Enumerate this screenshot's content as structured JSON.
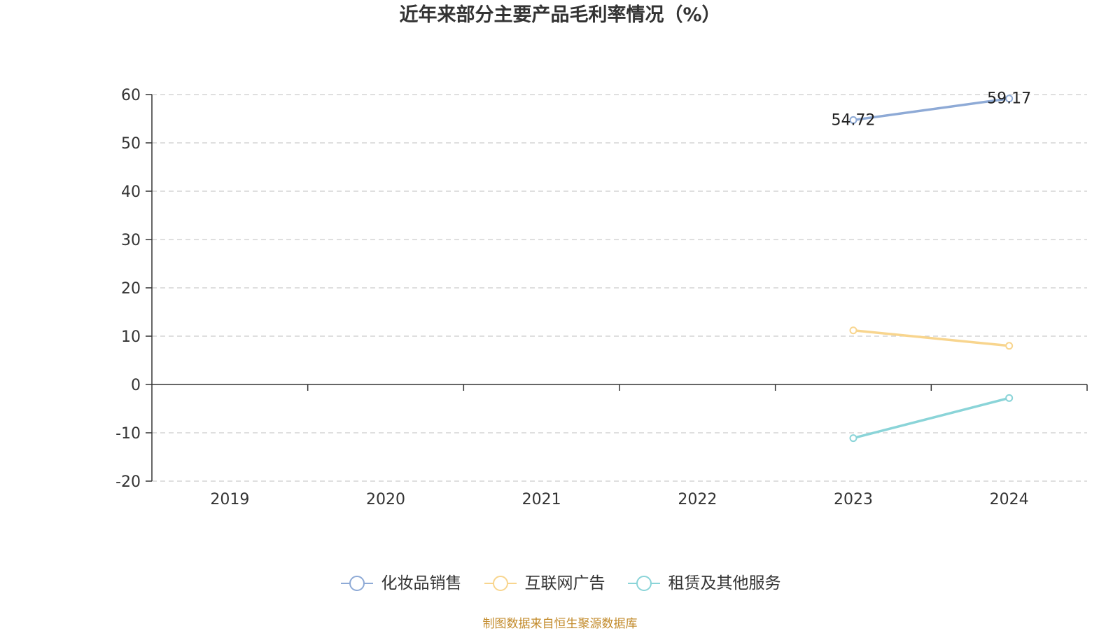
{
  "chart_data": {
    "type": "line",
    "title": "近年来部分主要产品毛利率情况（%）",
    "categories": [
      "2019",
      "2020",
      "2021",
      "2022",
      "2023",
      "2024"
    ],
    "ylim": [
      -20,
      60
    ],
    "yticks": [
      -20,
      -10,
      0,
      10,
      20,
      30,
      40,
      50,
      60
    ],
    "grid": true,
    "legend_position": "bottom",
    "series": [
      {
        "name": "化妆品销售",
        "values": [
          null,
          null,
          null,
          null,
          54.72,
          59.17
        ],
        "color": "#8eaad6",
        "labels": [
          "54.72",
          "59.17"
        ]
      },
      {
        "name": "互联网广告",
        "values": [
          null,
          null,
          null,
          null,
          11.2,
          8.0
        ],
        "color": "#f8d58e"
      },
      {
        "name": "租赁及其他服务",
        "values": [
          null,
          null,
          null,
          null,
          -11.1,
          -2.8
        ],
        "color": "#8ad4d8"
      }
    ]
  },
  "source_note": "制图数据来自恒生聚源数据库"
}
